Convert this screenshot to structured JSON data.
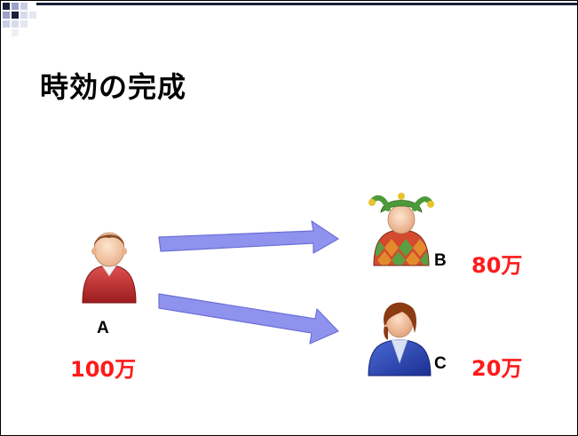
{
  "slide": {
    "title": "時効の完成"
  },
  "persons": [
    {
      "label": "A",
      "amount": "100万",
      "icon": "person-red-sweater-icon"
    },
    {
      "label": "B",
      "amount": "80万",
      "icon": "jester-person-icon"
    },
    {
      "label": "C",
      "amount": "20万",
      "icon": "businesswoman-icon"
    }
  ],
  "colors": {
    "amount": "#ff1a1a",
    "arrow_fill": "#8f93ee",
    "arrow_stroke": "#6b6fd6",
    "topbar": "#1a1f3a"
  }
}
